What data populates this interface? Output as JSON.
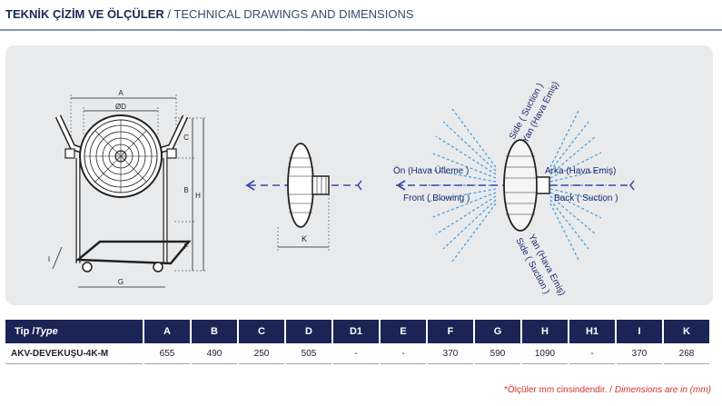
{
  "header": {
    "title_tr": "TEKNİK ÇİZİM VE ÖLÇÜLER",
    "separator": " / ",
    "title_en": "TECHNICAL DRAWINGS AND DIMENSIONS"
  },
  "drawing": {
    "dim_labels": {
      "A": "A",
      "D": "ØD",
      "C": "C",
      "B": "B",
      "H": "H",
      "F": "F",
      "I": "I",
      "G": "G",
      "K": "K"
    },
    "airflow": {
      "front_tr": "Ön (Hava Üfleme )",
      "front_en": "Front ( Blowing )",
      "back_tr": "Arka (Hava Emiş)",
      "back_en": "Back ( Suction )",
      "side_top_en": "Side ( Suction )",
      "side_top_tr": "Yan (Hava Emiş)",
      "side_bottom_tr": "Yan (Hava Emiş)",
      "side_bottom_en": "Side ( Suction )"
    }
  },
  "table": {
    "type_header_tr": "Tip /",
    "type_header_en": "Type",
    "columns": [
      "A",
      "B",
      "C",
      "D",
      "D1",
      "E",
      "F",
      "G",
      "H",
      "H1",
      "I",
      "K"
    ],
    "rows": [
      {
        "type": "AKV-DEVEKUŞU-4K-M",
        "values": [
          "655",
          "490",
          "250",
          "505",
          "-",
          "-",
          "370",
          "590",
          "1090",
          "-",
          "370",
          "268"
        ]
      }
    ]
  },
  "footnote": {
    "tr": "*Ölçüler mm cinsindendir.",
    "sep": " / ",
    "en": "Dimensions are in (mm)"
  },
  "colors": {
    "header_bar": "#1b2455",
    "footnote": "#d0312d",
    "airflow": "#3aa0e0",
    "arrow": "#3a4aa8"
  }
}
